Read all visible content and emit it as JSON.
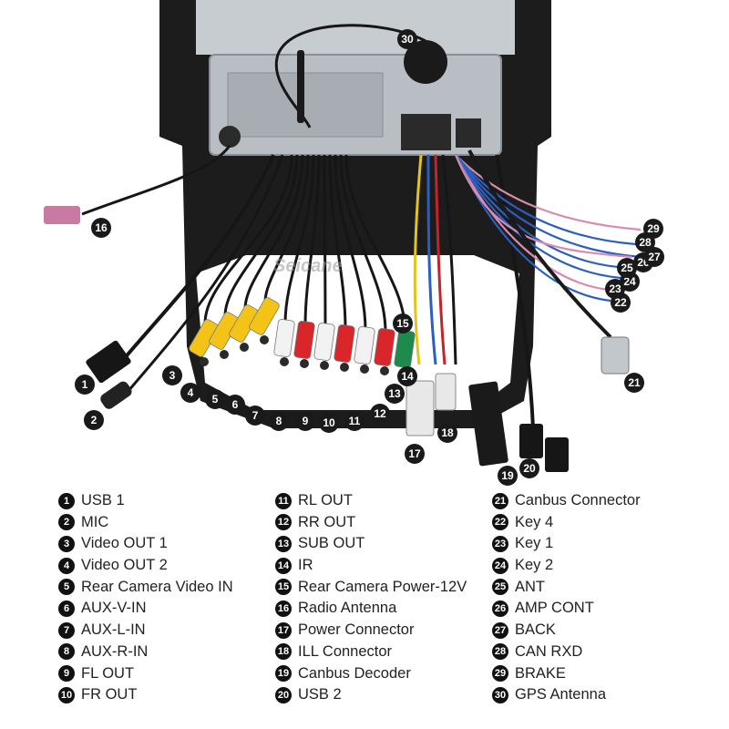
{
  "watermark": "Seicane",
  "callouts": [
    "1",
    "2",
    "3",
    "4",
    "5",
    "6",
    "7",
    "8",
    "9",
    "10",
    "11",
    "12",
    "13",
    "14",
    "15",
    "16",
    "17",
    "18",
    "19",
    "20",
    "21",
    "22",
    "23",
    "24",
    "25",
    "26",
    "27",
    "28",
    "29",
    "30"
  ],
  "legend": {
    "col1": [
      {
        "num": "1",
        "label": "USB 1"
      },
      {
        "num": "2",
        "label": "MIC"
      },
      {
        "num": "3",
        "label": "Video OUT 1"
      },
      {
        "num": "4",
        "label": "Video OUT 2"
      },
      {
        "num": "5",
        "label": "Rear Camera Video IN"
      },
      {
        "num": "6",
        "label": "AUX-V-IN"
      },
      {
        "num": "7",
        "label": "AUX-L-IN"
      },
      {
        "num": "8",
        "label": "AUX-R-IN"
      },
      {
        "num": "9",
        "label": "FL OUT"
      },
      {
        "num": "10",
        "label": "FR OUT"
      }
    ],
    "col2": [
      {
        "num": "11",
        "label": "RL OUT"
      },
      {
        "num": "12",
        "label": "RR OUT"
      },
      {
        "num": "13",
        "label": "SUB OUT"
      },
      {
        "num": "14",
        "label": "IR"
      },
      {
        "num": "15",
        "label": "Rear Camera Power-12V"
      },
      {
        "num": "16",
        "label": "Radio Antenna"
      },
      {
        "num": "17",
        "label": "Power Connector"
      },
      {
        "num": "18",
        "label": "ILL Connector"
      },
      {
        "num": "19",
        "label": "Canbus Decoder"
      },
      {
        "num": "20",
        "label": "USB 2"
      }
    ],
    "col3": [
      {
        "num": "21",
        "label": "Canbus Connector"
      },
      {
        "num": "22",
        "label": "Key 4"
      },
      {
        "num": "23",
        "label": "Key 1"
      },
      {
        "num": "24",
        "label": "Key 2"
      },
      {
        "num": "25",
        "label": "ANT"
      },
      {
        "num": "26",
        "label": "AMP CONT"
      },
      {
        "num": "27",
        "label": "BACK"
      },
      {
        "num": "28",
        "label": "CAN RXD"
      },
      {
        "num": "29",
        "label": "BRAKE"
      },
      {
        "num": "30",
        "label": "GPS Antenna"
      }
    ]
  },
  "colors": {
    "head_unit": "#b9bec4",
    "bezel": "#1c1c1c",
    "rca_yellow": "#f3c417",
    "rca_white": "#f2f2f2",
    "rca_red": "#d9262b",
    "rca_green": "#1e8a4c",
    "cable": "#161616",
    "wire_blue": "#2a5fbf",
    "wire_red": "#c3232a",
    "wire_yellow": "#e2c41c",
    "wire_pink": "#d88bb0",
    "fakra_pink": "#c97aa2"
  }
}
